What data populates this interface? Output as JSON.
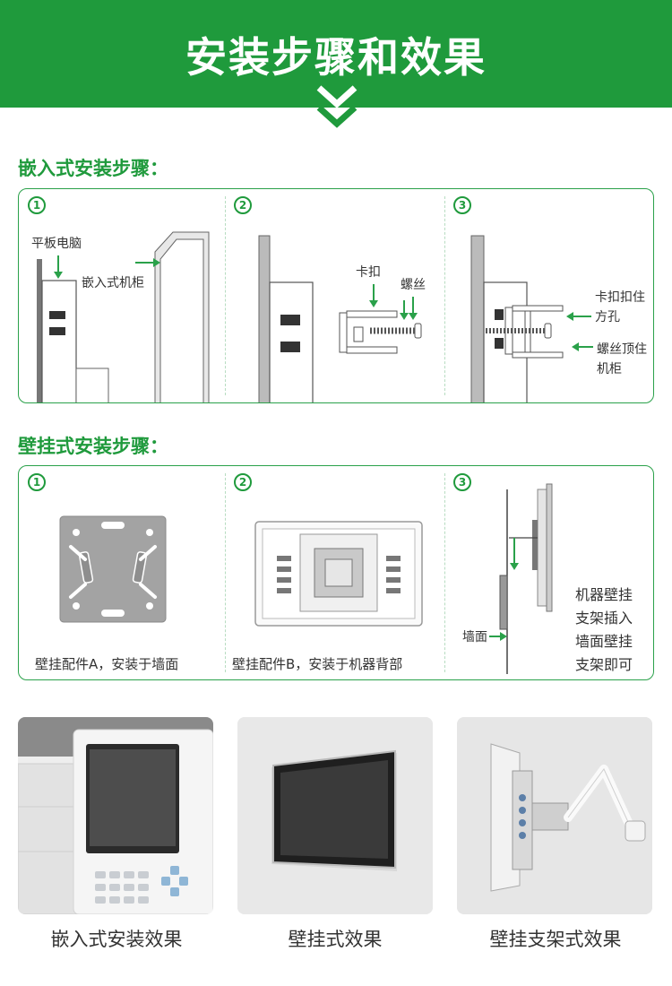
{
  "banner": {
    "title": "安装步骤和效果"
  },
  "embedded": {
    "title": "嵌入式安装步骤：",
    "steps": [
      {
        "num": "1",
        "labels": [
          "平板电脑",
          "嵌入式机柜"
        ]
      },
      {
        "num": "2",
        "labels": [
          "卡扣",
          "螺丝"
        ]
      },
      {
        "num": "3",
        "labels": [
          "卡扣扣住",
          "方孔",
          "螺丝顶住",
          "机柜"
        ]
      }
    ]
  },
  "wall": {
    "title": "壁挂式安装步骤：",
    "steps": [
      {
        "num": "1",
        "caption": "壁挂配件A，安装于墙面"
      },
      {
        "num": "2",
        "caption": "壁挂配件B，安装于机器背部"
      },
      {
        "num": "3",
        "wall_label": "墙面",
        "caption_lines": [
          "机器壁挂",
          "支架插入",
          "墙面壁挂",
          "支架即可"
        ]
      }
    ]
  },
  "effects": [
    {
      "caption": "嵌入式安装效果"
    },
    {
      "caption": "壁挂式效果"
    },
    {
      "caption": "壁挂支架式效果"
    }
  ],
  "colors": {
    "accent": "#1f9a3c",
    "panel_border": "#2aa14a"
  }
}
